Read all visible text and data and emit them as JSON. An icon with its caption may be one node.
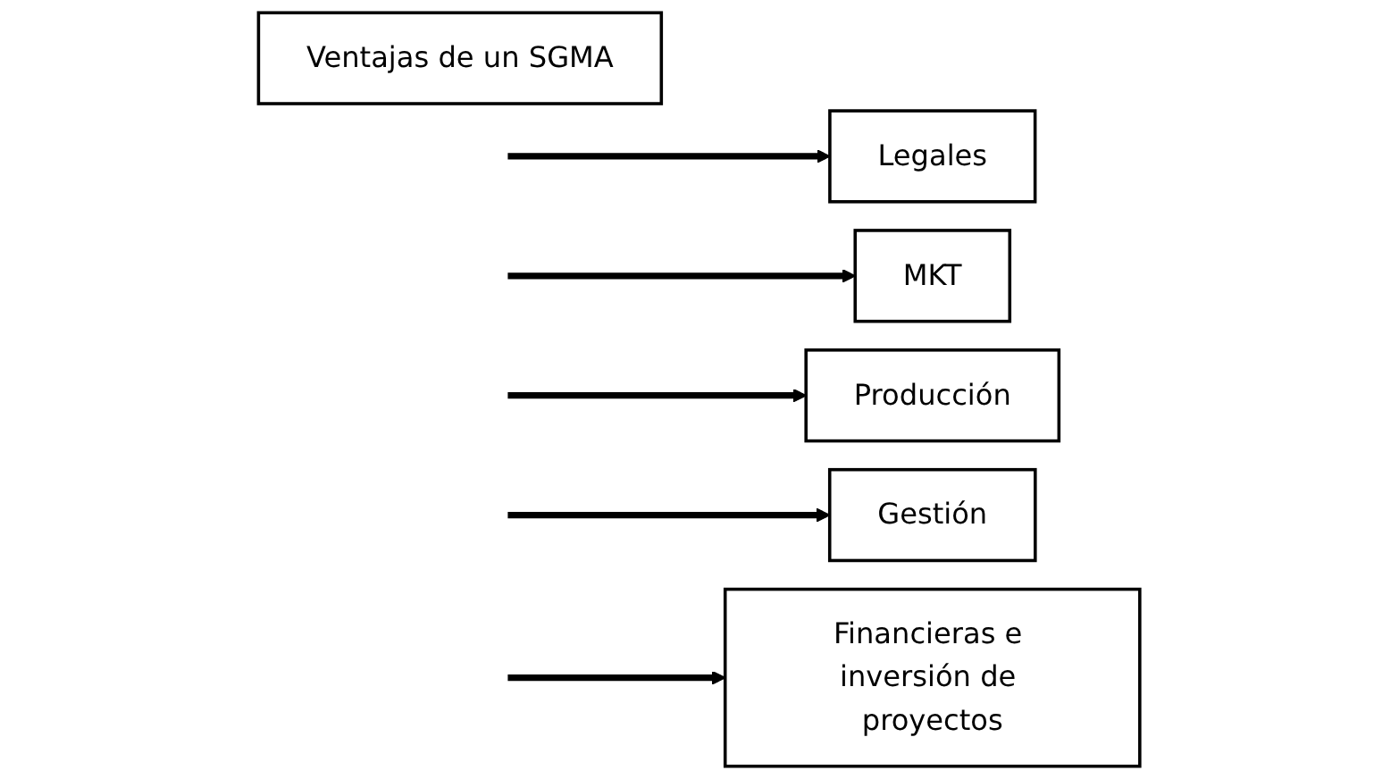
{
  "diagram": {
    "nodes": [
      {
        "text": [
          "Ventajas de un SGMA"
        ]
      },
      {
        "text": [
          "Legales"
        ]
      },
      {
        "text": [
          "MKT"
        ]
      },
      {
        "text": [
          "Producción"
        ]
      },
      {
        "text": [
          "Gestión"
        ]
      },
      {
        "text": [
          "Financieras e inversión de proyectos"
        ]
      }
    ],
    "edges": [
      {
        "from": null,
        "to": 1,
        "arrow": "to"
      },
      {
        "from": null,
        "to": 2,
        "arrow": "to"
      },
      {
        "from": null,
        "to": 3,
        "arrow": "to"
      },
      {
        "from": null,
        "to": 4,
        "arrow": "to"
      },
      {
        "from": null,
        "to": 5,
        "arrow": "to"
      }
    ]
  }
}
